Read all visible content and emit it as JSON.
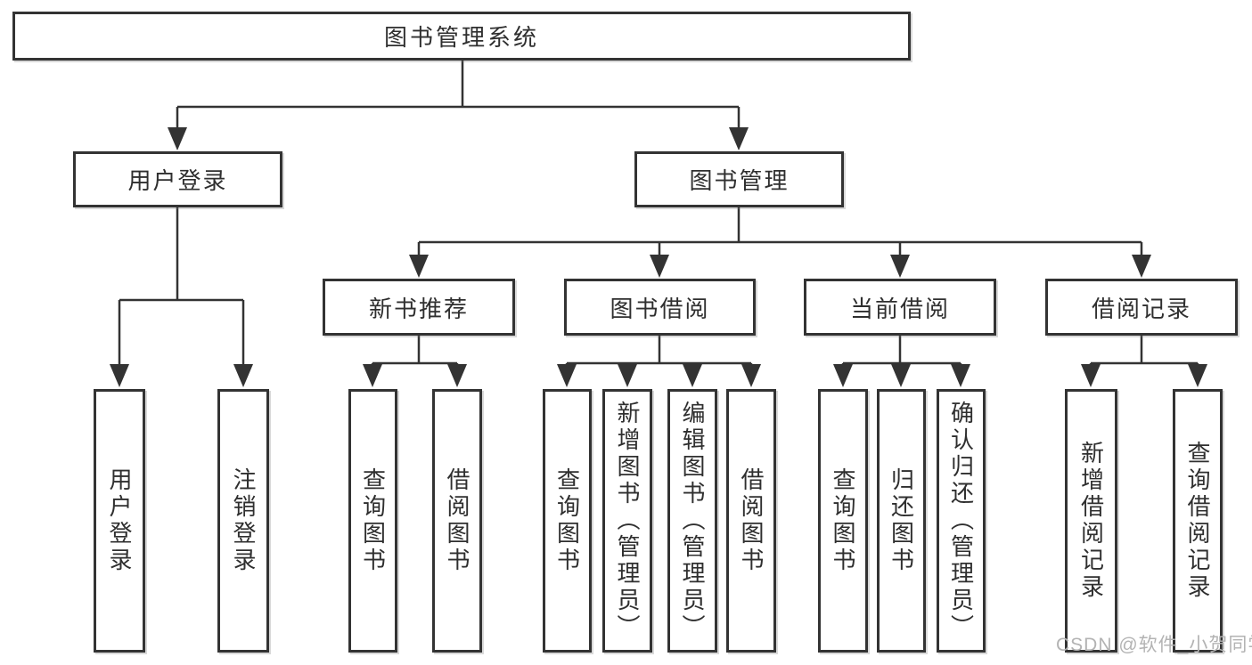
{
  "diagram": {
    "root": {
      "label": "图书管理系统"
    },
    "branches": [
      {
        "label": "用户登录",
        "children": [
          {
            "label": "用户登录"
          },
          {
            "label": "注销登录"
          }
        ]
      },
      {
        "label": "图书管理",
        "children": [
          {
            "label": "新书推荐",
            "children": [
              {
                "label": "查询图书"
              },
              {
                "label": "借阅图书"
              }
            ]
          },
          {
            "label": "图书借阅",
            "children": [
              {
                "label": "查询图书"
              },
              {
                "label": "新增图书（管理员）"
              },
              {
                "label": "编辑图书（管理员）"
              },
              {
                "label": "借阅图书"
              }
            ]
          },
          {
            "label": "当前借阅",
            "children": [
              {
                "label": "查询图书"
              },
              {
                "label": "归还图书"
              },
              {
                "label": "确认归还（管理员）"
              }
            ]
          },
          {
            "label": "借阅记录",
            "children": [
              {
                "label": "新增借阅记录"
              },
              {
                "label": "查询借阅记录"
              }
            ]
          }
        ]
      }
    ]
  },
  "watermark": {
    "text": "CSDN @软件_小贺同学"
  },
  "colors": {
    "line": "#333333",
    "text": "#2f2f2f",
    "box-bg": "#ffffff",
    "background": "#ffffff",
    "watermark": "#b3b3b3"
  }
}
